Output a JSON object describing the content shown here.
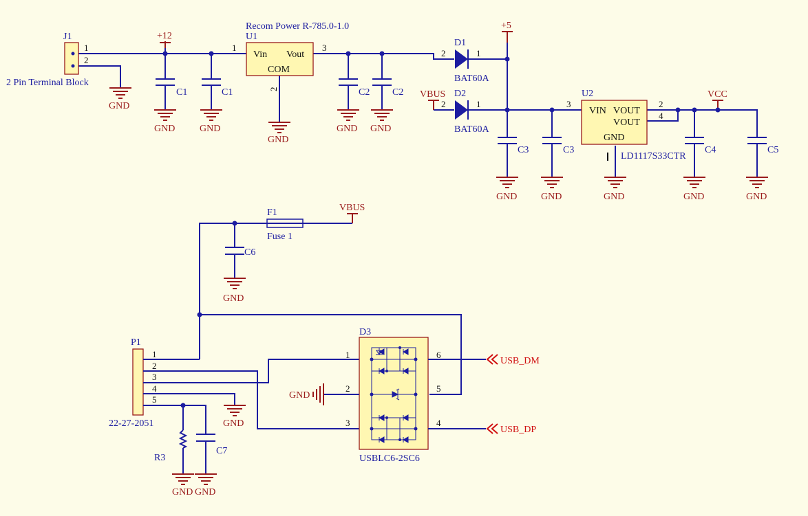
{
  "j1": {
    "ref": "J1",
    "value": "2 Pin Terminal Block",
    "pin1": "1",
    "pin2": "2"
  },
  "u1": {
    "ref": "U1",
    "value": "Recom Power R-785.0-1.0",
    "vin": "Vin",
    "vout": "Vout",
    "com": "COM",
    "pin1": "1",
    "pin2": "2",
    "pin3": "3"
  },
  "d1": {
    "ref": "D1",
    "value": "BAT60A",
    "pin1": "1",
    "pin2": "2"
  },
  "d2": {
    "ref": "D2",
    "value": "BAT60A",
    "pin1": "1",
    "pin2": "2"
  },
  "u2": {
    "ref": "U2",
    "value": "LD1117S33CTR",
    "vin": "VIN",
    "vout1": "VOUT",
    "vout2": "VOUT",
    "gnd": "GND",
    "pin2": "2",
    "pin3": "3",
    "pin4": "4"
  },
  "caps": {
    "c1a": "C1",
    "c1b": "C1",
    "c2a": "C2",
    "c2b": "C2",
    "c3a": "C3",
    "c3b": "C3",
    "c4": "C4",
    "c5": "C5",
    "c6": "C6",
    "c7": "C7"
  },
  "f1": {
    "ref": "F1",
    "value": "Fuse 1"
  },
  "p1": {
    "ref": "P1",
    "value": "22-27-2051",
    "pins": [
      "1",
      "2",
      "3",
      "4",
      "5"
    ]
  },
  "r3": {
    "ref": "R3"
  },
  "d3": {
    "ref": "D3",
    "value": "USBLC6-2SC6",
    "pin1": "1",
    "pin2": "2",
    "pin3": "3",
    "pin4": "4",
    "pin5": "5",
    "pin6": "6"
  },
  "power": {
    "p12": "+12",
    "p5": "+5",
    "vbus": "VBUS",
    "vcc": "VCC",
    "gnd": "GND"
  },
  "nets": {
    "usb_dm": "USB_DM",
    "usb_dp": "USB_DP"
  },
  "colors": {
    "wire": "#1c1ca0",
    "power": "#9a1b1b",
    "net_port": "#d01010",
    "body": "#fff7b2",
    "background": "#fdfce8"
  }
}
